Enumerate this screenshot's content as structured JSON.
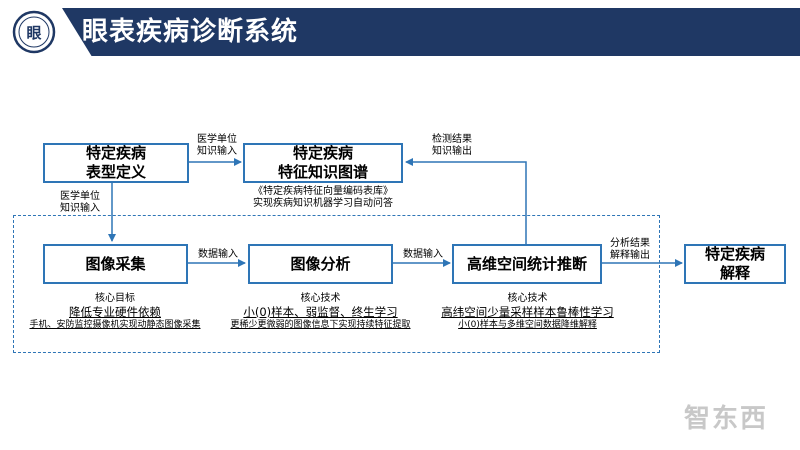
{
  "header": {
    "title": "眼表疾病诊断系统",
    "logo_text": "眼"
  },
  "boxes": {
    "phenotype": {
      "line1": "特定疾病",
      "line2": "表型定义"
    },
    "knowledge_graph": {
      "line1": "特定疾病",
      "line2": "特征知识图谱"
    },
    "image_collection": {
      "line1": "图像采集"
    },
    "image_analysis": {
      "line1": "图像分析"
    },
    "high_dim_inference": {
      "line1": "高维空间统计推断"
    },
    "interpretation": {
      "line1": "特定疾病",
      "line2": "解释"
    }
  },
  "labels": {
    "medical_unit_input_top": {
      "line1": "医学单位",
      "line2": "知识输入"
    },
    "detection_output": {
      "line1": "检测结果",
      "line2": "知识输出"
    },
    "kg_desc": {
      "line1": "《特定疾病特征向量编码表库》",
      "line2": "实现疾病知识机器学习自动问答"
    },
    "medical_unit_input_left": {
      "line1": "医学单位",
      "line2": "知识输入"
    },
    "data_input_1": "数据输入",
    "data_input_2": "数据输入",
    "analysis_output": {
      "line1": "分析结果",
      "line2": "解释输出"
    }
  },
  "details": {
    "collection": {
      "head": "核心目标",
      "main": "降低专业硬件依赖",
      "sub": "手机、安防监控摄像机实现动静态图像采集"
    },
    "analysis": {
      "head": "核心技术",
      "main": "小(0)样本、弱监督、终生学习",
      "sub": "更稀少更微弱的图像信息下实现持续特征提取"
    },
    "inference": {
      "head": "核心技术",
      "main": "高纬空间少量采样样本鲁棒性学习",
      "sub": "小(0)样本与多维空间数据降维解释"
    }
  },
  "watermark": "智东西",
  "colors": {
    "title_bar": "#1f3864",
    "box_border": "#2e75b6",
    "dash": "#2e75b6",
    "arrow": "#2e75b6"
  }
}
